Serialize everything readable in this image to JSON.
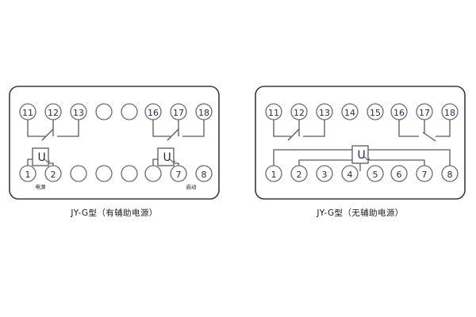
{
  "page": {
    "background_color": "#ffffff",
    "line_color": "#5a5a5a",
    "panel_border_color": "#3a3a3a",
    "numeral_color": "#1c2a5e",
    "text_color": "#1a1a1a"
  },
  "diagrams": [
    {
      "id": "left",
      "caption": "JY-G型（有辅助电源）",
      "top_row_terminals": [
        "11",
        "12",
        "13",
        "",
        "",
        "16",
        "17",
        "18"
      ],
      "bottom_row_terminals": [
        "1",
        "2",
        "",
        "",
        "",
        "",
        "7",
        "8"
      ],
      "annotations": [
        {
          "label": "电源",
          "near_terminals": "1-2"
        },
        {
          "label": "启动",
          "near_terminals": "7-8"
        }
      ],
      "coil_boxes": [
        {
          "symbol": "U",
          "terminals": [
            "1",
            "2"
          ]
        },
        {
          "symbol": "U",
          "terminals": [
            "7",
            "8"
          ]
        }
      ],
      "contacts": [
        {
          "type": "switch",
          "terminals": [
            "11",
            "12"
          ]
        },
        {
          "type": "stub",
          "terminals": [
            "13"
          ]
        },
        {
          "type": "switch",
          "terminals": [
            "16",
            "17"
          ]
        },
        {
          "type": "stub",
          "terminals": [
            "18"
          ]
        }
      ]
    },
    {
      "id": "right",
      "caption": "JY-G型（无辅助电源）",
      "top_row_terminals": [
        "11",
        "12",
        "13",
        "14",
        "15",
        "16",
        "17",
        "18"
      ],
      "bottom_row_terminals": [
        "1",
        "2",
        "3",
        "4",
        "5",
        "6",
        "7",
        "8"
      ],
      "annotations": [],
      "coil_boxes": [
        {
          "symbol": "U",
          "terminals": [
            "1",
            "2",
            "7",
            "8"
          ]
        }
      ],
      "contacts": [
        {
          "type": "switch",
          "terminals": [
            "11",
            "12"
          ]
        },
        {
          "type": "stub",
          "terminals": [
            "13"
          ]
        },
        {
          "type": "stub",
          "terminals": [
            "16"
          ]
        },
        {
          "type": "switch",
          "terminals": [
            "17",
            "18"
          ]
        }
      ],
      "buses": [
        {
          "name": "upper-bus",
          "from": "1",
          "to": "8"
        },
        {
          "name": "lower-bus",
          "from": "2",
          "to": "7"
        }
      ]
    }
  ]
}
